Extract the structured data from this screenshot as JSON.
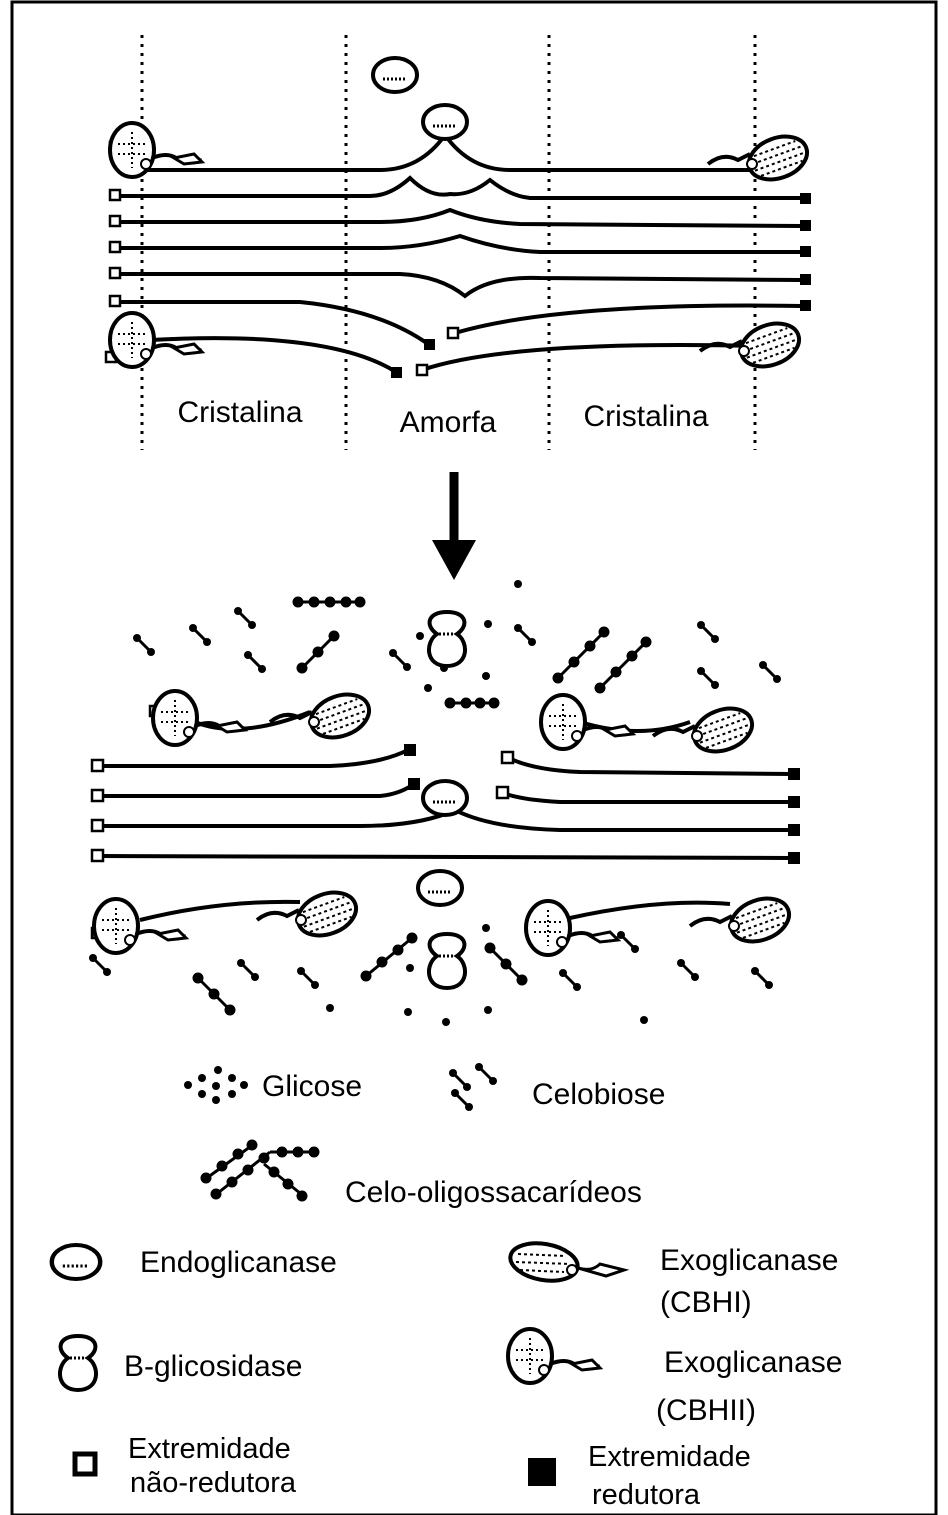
{
  "regions": {
    "left": "Cristalina",
    "middle": "Amorfa",
    "right": "Cristalina"
  },
  "legend": {
    "glucose": "Glicose",
    "cellobiose": "Celobiose",
    "cello_oligosaccharides": "Celo-oligossacarídeos",
    "endoglucanase": "Endoglicanase",
    "b_glucosidase": "B-glicosidase",
    "exoglucanase_cbhi": {
      "line1": "Exoglicanase",
      "line2": "(CBHI)"
    },
    "exoglucanase_cbhii": {
      "line1": "Exoglicanase",
      "line2": "(CBHII)"
    },
    "non_reducing_end": {
      "line1": "Extremidade",
      "line2": "não-redutora"
    },
    "reducing_end": {
      "line1": "Extremidade",
      "line2": "redutora"
    }
  },
  "colors": {
    "ink": "#000000",
    "background": "#ffffff"
  }
}
